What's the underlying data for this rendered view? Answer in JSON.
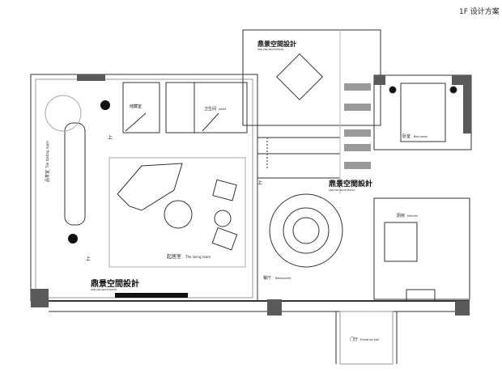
{
  "header": {
    "title": "1F 设计方案"
  },
  "rooms": {
    "storage": "储藏室",
    "toilet_cn": "卫生间",
    "toilet_en": "toilet",
    "tasting_cn": "品茶室",
    "tasting_en": "The tasting room",
    "living_cn": "起居室",
    "living_en": "The living room",
    "restaurant_cn": "餐厅",
    "restaurant_en": "Restaurant",
    "bedroom_cn": "卧室",
    "bedroom_en": "Bed room",
    "kitchen_cn": "厨房",
    "kitchen_en": "kitchen",
    "entrance_cn": "门厅",
    "entrance_en": "Entrance hall"
  },
  "logo": {
    "name": "鼎景空間設計",
    "sub": "DING JING SPACE DESIGN"
  },
  "markers": {
    "up": "上"
  },
  "colors": {
    "wall": "#555555",
    "line": "#333333",
    "dark_block": "#5a5a5a",
    "gray_bar": "#9a9a9a"
  }
}
